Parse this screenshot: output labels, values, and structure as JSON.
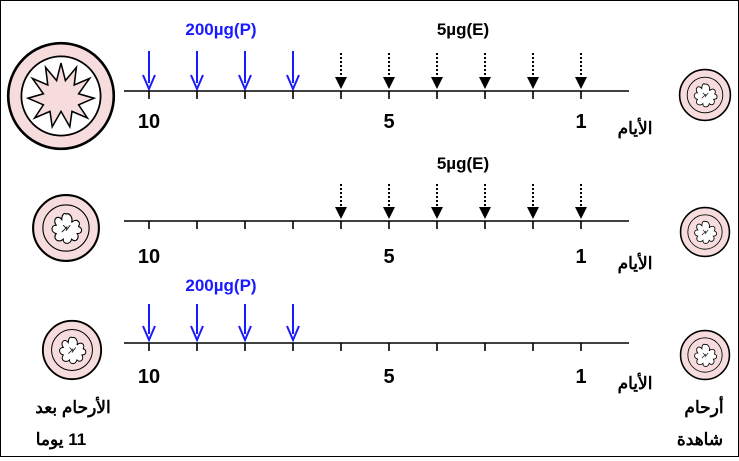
{
  "rows": [
    {
      "dose_p": "200µg(P)",
      "dose_e": "5µg(E)",
      "ticks": [
        "10",
        "5",
        "1"
      ],
      "days_label": "الأيام",
      "p_arrow_days": [
        10,
        9,
        8,
        7
      ],
      "e_arrow_days": [
        6,
        5,
        4,
        3,
        2,
        1
      ]
    },
    {
      "dose_e": "5µg(E)",
      "ticks": [
        "10",
        "5",
        "1"
      ],
      "days_label": "الأيام",
      "e_arrow_days": [
        6,
        5,
        4,
        3,
        2,
        1
      ]
    },
    {
      "dose_p": "200µg(P)",
      "ticks": [
        "10",
        "5",
        "1"
      ],
      "days_label": "الأيام",
      "p_arrow_days": [
        10,
        9,
        8,
        7
      ]
    }
  ],
  "captions": {
    "left_line1": "الأرحام بعد",
    "left_line2": "11 يوما",
    "right_line1": "أرحام",
    "right_line2": "شاهدة"
  },
  "colors": {
    "progesterone_arrow": "#1a1aff",
    "estrogen_arrow": "#000000",
    "uterus_fill": "#f6dcdc",
    "uterus_stroke": "#000000"
  },
  "icons": {
    "uterus": "uterus-cross-section-icon",
    "arrow_p": "solid-down-arrow-icon",
    "arrow_e": "dotted-down-arrow-icon"
  }
}
